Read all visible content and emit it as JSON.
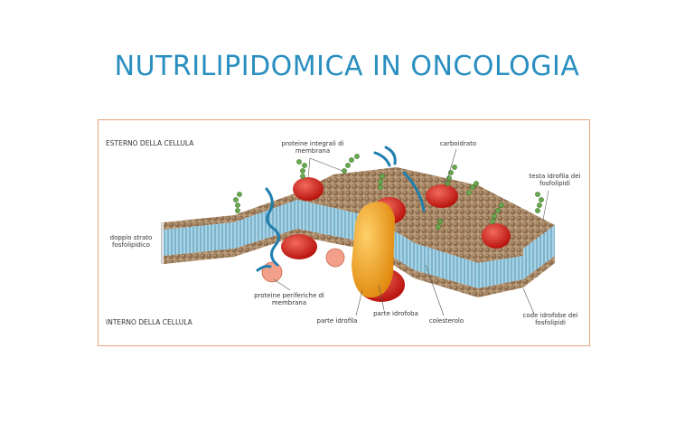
{
  "slide": {
    "title": "NUTRILIPIDOMICA IN ONCOLOGIA"
  },
  "diagram": {
    "labels": {
      "outside": "ESTERNO DELLA CELLULA",
      "inside": "INTERNO DELLA CELLULA",
      "integral_proteins": "proteine integrali di membrana",
      "carbohydrate": "carboidrato",
      "hydrophilic_heads": "testa idrofila dei fosfolipidi",
      "bilayer": "doppio strato fosfolipidico",
      "peripheral_proteins": "proteine periferiche di membrana",
      "hydrophilic_part": "parte idrofila",
      "hydrophobic_part": "parte idrofoba",
      "cholesterol": "colesterolo",
      "hydrophobic_tails": "code idrofobe dei fosfolipidi"
    },
    "colors": {
      "border": "#e8a27a",
      "title": "#2a8fc0",
      "head": "#9a7a5a",
      "tail": "#5fa6c4",
      "protein_red": "#d8261e",
      "protein_orange": "#f3a21f",
      "glycan": "#6aa84f",
      "peripheral": "#f2a08a"
    }
  }
}
